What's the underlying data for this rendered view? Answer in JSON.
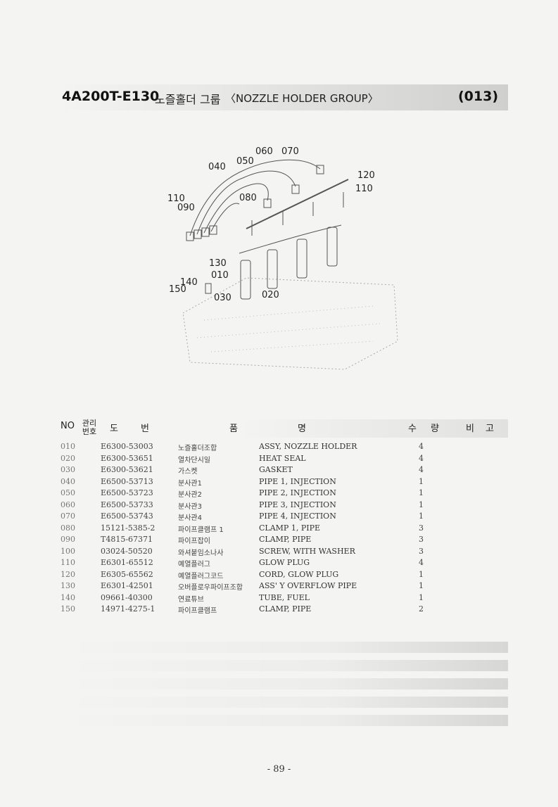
{
  "header": {
    "code": "4A200T-E130",
    "title_kor": "노즐홀더 그룹",
    "title_eng": "〈NOZZLE HOLDER GROUP〉",
    "group_no": "(013)"
  },
  "diagram": {
    "labels": [
      "060",
      "070",
      "040",
      "050",
      "120",
      "110",
      "110",
      "080",
      "090",
      "130",
      "010",
      "140",
      "150",
      "030",
      "020"
    ]
  },
  "table": {
    "headers": {
      "no": "NO",
      "kwanri": "관리 번호",
      "do": "도",
      "beon": "번",
      "pum": "품",
      "myeong": "명",
      "su": "수",
      "ryang": "량",
      "bi": "비",
      "go": "고"
    },
    "rows": [
      {
        "no": "010",
        "part": "E6300-53003",
        "kor": "노즐홀더조합",
        "eng": "ASSY, NOZZLE HOLDER",
        "qty": "4"
      },
      {
        "no": "020",
        "part": "E6300-53651",
        "kor": "열차단시일",
        "eng": "HEAT SEAL",
        "qty": "4"
      },
      {
        "no": "030",
        "part": "E6300-53621",
        "kor": "가스켓",
        "eng": "GASKET",
        "qty": "4"
      },
      {
        "no": "040",
        "part": "E6500-53713",
        "kor": "분사관1",
        "eng": "PIPE 1, INJECTION",
        "qty": "1"
      },
      {
        "no": "050",
        "part": "E6500-53723",
        "kor": "분사관2",
        "eng": "PIPE 2, INJECTION",
        "qty": "1"
      },
      {
        "no": "060",
        "part": "E6500-53733",
        "kor": "분사관3",
        "eng": "PIPE 3, INJECTION",
        "qty": "1"
      },
      {
        "no": "070",
        "part": "E6500-53743",
        "kor": "분사관4",
        "eng": "PIPE 4, INJECTION",
        "qty": "1"
      },
      {
        "no": "080",
        "part": "15121-5385-2",
        "kor": "파이프클램프 1",
        "eng": "CLAMP 1, PIPE",
        "qty": "3"
      },
      {
        "no": "090",
        "part": "T4815-67371",
        "kor": "파이프잡이",
        "eng": "CLAMP, PIPE",
        "qty": "3"
      },
      {
        "no": "100",
        "part": "03024-50520",
        "kor": "와셔붙임소나사",
        "eng": "SCREW, WITH WASHER",
        "qty": "3"
      },
      {
        "no": "110",
        "part": "E6301-65512",
        "kor": "예열플러그",
        "eng": "GLOW PLUG",
        "qty": "4"
      },
      {
        "no": "120",
        "part": "E6305-65562",
        "kor": "예열플러그코드",
        "eng": "CORD, GLOW PLUG",
        "qty": "1"
      },
      {
        "no": "130",
        "part": "E6301-42501",
        "kor": "오버플로우파이프조합",
        "eng": "ASS' Y OVERFLOW PIPE",
        "qty": "1"
      },
      {
        "no": "140",
        "part": "09661-40300",
        "kor": "연료튜브",
        "eng": "TUBE, FUEL",
        "qty": "1"
      },
      {
        "no": "150",
        "part": "14971-4275-1",
        "kor": "파이프클램프",
        "eng": "CLAMP, PIPE",
        "qty": "2"
      }
    ]
  },
  "page_number": "- 89 -"
}
